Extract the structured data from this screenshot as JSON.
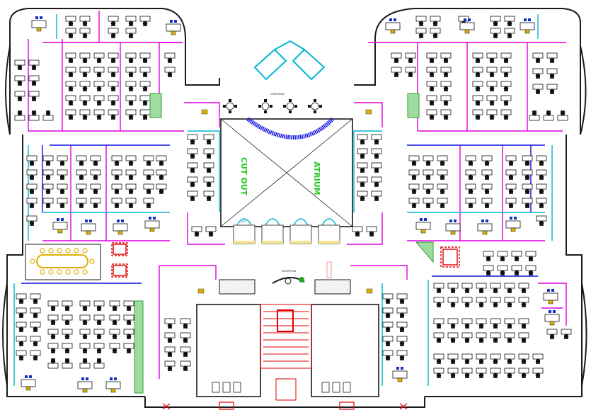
{
  "plan": {
    "atrium_label": "ATRIUM",
    "cutout_label": "CUT OUT",
    "cafeteria_label": "CAFETERIA",
    "reception_label": "RECEPTION",
    "lift_label": "LIFT",
    "colors": {
      "wall": "#1a1a1a",
      "partition_magenta": "#e000e0",
      "partition_cyan": "#00b7d6",
      "partition_blue": "#1010e0",
      "planter_green": "#2fa02f",
      "atrium_text": "#22c922",
      "conference_table": "#e0b000",
      "meeting_chairs": "#e00000",
      "stair_red": "#e00000",
      "lift_cyan": "#00b7d6"
    }
  }
}
